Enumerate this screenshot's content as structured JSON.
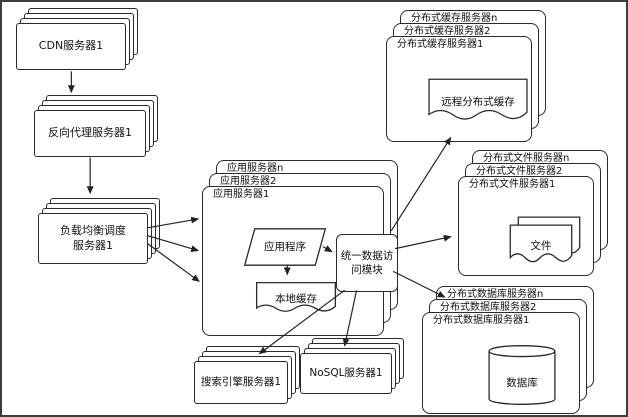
{
  "nodes": {
    "cdn": {
      "label": "CDN服务器1"
    },
    "reverse_proxy": {
      "label": "反向代理服务器1"
    },
    "load_balancer": {
      "label": "负载均衡调度服务器1"
    },
    "app_servers": {
      "layer_n": "应用服务器n",
      "layer_2": "应用服务器2",
      "layer_1": "应用服务器1",
      "application": "应用程序",
      "local_cache": "本地缓存",
      "data_access_module": "统一数据访问模块"
    },
    "cache_servers": {
      "layer_n": "分布式缓存服务器n",
      "layer_2": "分布式缓存服务器2",
      "layer_1": "分布式缓存服务器1",
      "remote_cache": "远程分布式缓存"
    },
    "file_servers": {
      "layer_n": "分布式文件服务器n",
      "layer_2": "分布式文件服务器2",
      "layer_1": "分布式文件服务器1",
      "files": "文件"
    },
    "db_servers": {
      "layer_n": "分布式数据库服务器n",
      "layer_2": "分布式数据库服务器2",
      "layer_1": "分布式数据库服务器1",
      "database": "数据库"
    },
    "search": {
      "label": "搜索引擎服务器1"
    },
    "nosql": {
      "label": "NoSQL服务器1"
    }
  }
}
